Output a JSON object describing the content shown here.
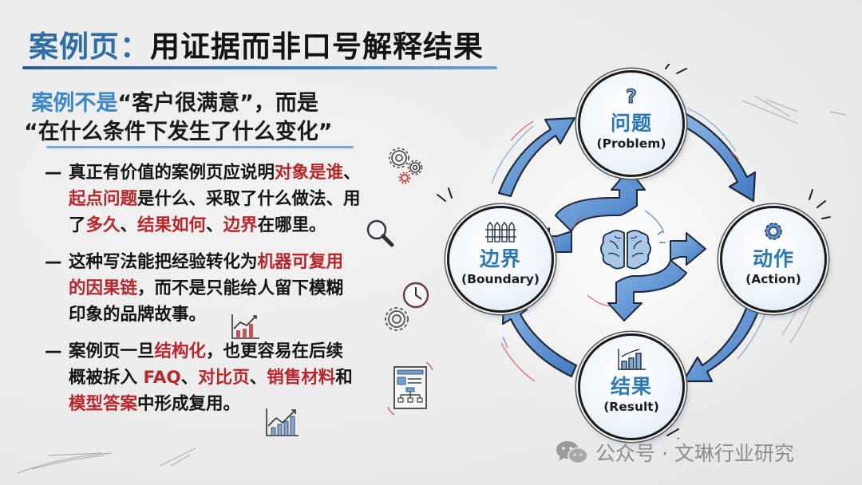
{
  "header": {
    "title_accent": "案例页：",
    "title_rest": "用证据而非口号解释结果"
  },
  "lead": {
    "line1_accent": "案例不是",
    "line1_rest": "“客户很满意”，而是",
    "line2": "“在什么条件下发生了什么变化”"
  },
  "bullets": [
    {
      "dash": "—",
      "lines": [
        [
          {
            "t": "真正有价值的案例页应说明",
            "r": false
          },
          {
            "t": "对象是谁",
            "r": true
          },
          {
            "t": "、",
            "r": false
          }
        ],
        [
          {
            "t": "起点问题",
            "r": true
          },
          {
            "t": "是什么、采取了什么做法、用",
            "r": false
          }
        ],
        [
          {
            "t": "了",
            "r": false
          },
          {
            "t": "多久",
            "r": true
          },
          {
            "t": "、",
            "r": false
          },
          {
            "t": "结果如何",
            "r": true
          },
          {
            "t": "、",
            "r": false
          },
          {
            "t": "边界",
            "r": true
          },
          {
            "t": "在哪里。",
            "r": false
          }
        ]
      ]
    },
    {
      "dash": "—",
      "lines": [
        [
          {
            "t": "这种写法能把经验转化为",
            "r": false
          },
          {
            "t": "机器可复用",
            "r": true
          }
        ],
        [
          {
            "t": "的因果链",
            "r": true
          },
          {
            "t": "，而不是只能给人留下模糊",
            "r": false
          }
        ],
        [
          {
            "t": "印象的品牌故事。",
            "r": false
          }
        ]
      ]
    },
    {
      "dash": "—",
      "lines": [
        [
          {
            "t": "案例页一旦",
            "r": false
          },
          {
            "t": "结构化",
            "r": true
          },
          {
            "t": "，也更容易在后续",
            "r": false
          }
        ],
        [
          {
            "t": "概被拆入 ",
            "r": false
          },
          {
            "t": "FAQ",
            "r": true
          },
          {
            "t": "、",
            "r": false
          },
          {
            "t": "对比页",
            "r": true
          },
          {
            "t": "、",
            "r": false
          },
          {
            "t": "销售材料",
            "r": true
          },
          {
            "t": "和",
            "r": false
          }
        ],
        [
          {
            "t": "模型答案",
            "r": true
          },
          {
            "t": "中形成复用。",
            "r": false
          }
        ]
      ]
    }
  ],
  "cycle": {
    "center_icon": "brain-icon",
    "nodes": [
      {
        "id": "problem",
        "cn": "问题",
        "en": "(Problem)",
        "icon": "question-mark-icon"
      },
      {
        "id": "action",
        "cn": "动作",
        "en": "(Action)",
        "icon": "gear-icon"
      },
      {
        "id": "result",
        "cn": "结果",
        "en": "(Result)",
        "icon": "bar-chart-icon"
      },
      {
        "id": "boundary",
        "cn": "边界",
        "en": "(Boundary)",
        "icon": "fence-icon"
      }
    ],
    "flow": [
      "问题",
      "动作",
      "结果",
      "边界",
      "问题"
    ]
  },
  "watermark": {
    "icon": "wechat-icon",
    "text": "公众号 · 文琳行业研究"
  },
  "colors": {
    "accent_blue": "#2e6da8",
    "node_text_blue": "#2f78b8",
    "highlight_red": "#b8252a",
    "arrow_blue": "#4a86cf",
    "text_dark": "#141414",
    "watermark_gray": "#8c8c8c"
  }
}
